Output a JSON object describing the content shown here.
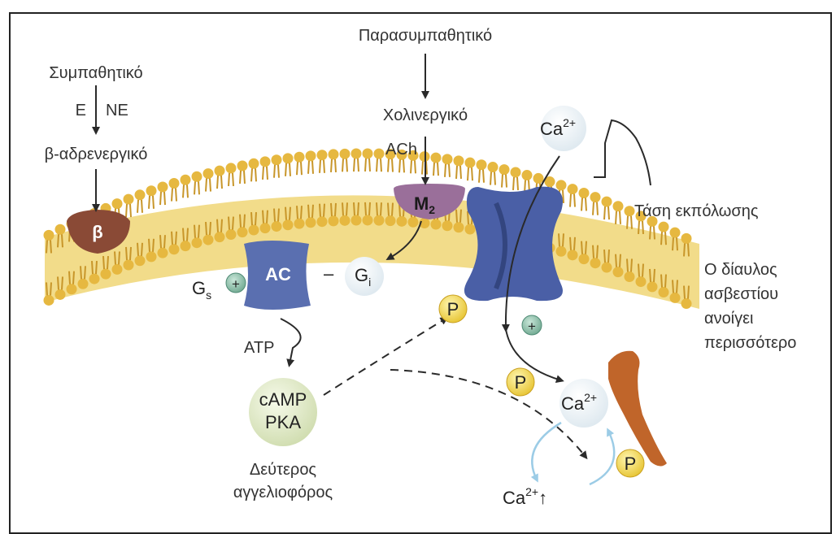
{
  "labels": {
    "sympathetic": "Συμπαθητικό",
    "e": "E",
    "ne": "NE",
    "beta_adrenergic": "β-αδρενεργικό",
    "parasympathetic": "Παρασυμπαθητικό",
    "cholinergic": "Χολινεργικό",
    "ach": "ACh",
    "depolarization_voltage": "Τάση εκπόλωσης",
    "channel_opens_1": "Ο δίαυλος",
    "channel_opens_2": "ασβεστίου",
    "channel_opens_3": "ανοίγει",
    "channel_opens_4": "περισσότερο",
    "atp": "ATP",
    "second_messenger_1": "Δεύτερος",
    "second_messenger_2": "αγγελιοφόρος"
  },
  "molecules": {
    "beta": "β",
    "m2": "M",
    "m2_sub": "2",
    "ac": "AC",
    "gs": "G",
    "gs_sub": "s",
    "gi": "G",
    "gi_sub": "i",
    "plus": "+",
    "minus": "–",
    "camp": "cAMP",
    "pka": "PKA",
    "p": "P",
    "ca": "Ca",
    "ca_sup": "2+",
    "up_arrow": "↑"
  },
  "colors": {
    "membrane": "#e8c866",
    "lipid_head": "#e6b840",
    "lipid_tail": "#c8962a",
    "channel": "#4a5fa6",
    "ac": "#5a6fb0",
    "beta_receptor": "#8a4a36",
    "m2_receptor": "#9a6f9a",
    "phosphate": "#f3d54a",
    "ryanodine": "#c0652a",
    "plus_circle": "#7fb5a0",
    "camp": "#dfe8c8"
  }
}
